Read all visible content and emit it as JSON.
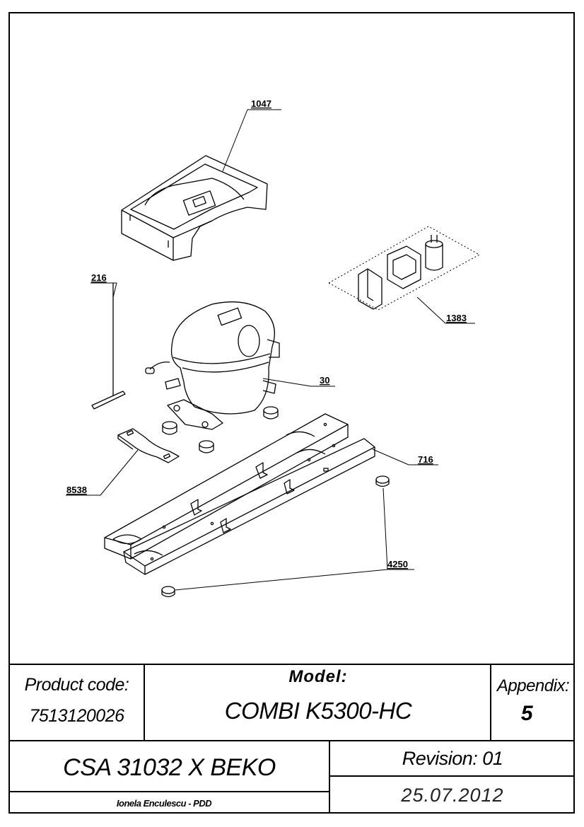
{
  "callouts": {
    "c1047": "1047",
    "c216": "216",
    "c1383": "1383",
    "c30": "30",
    "c716": "716",
    "c8538": "8538",
    "c4250": "4250"
  },
  "title_block": {
    "product_code_label": "Product code:",
    "product_code_value": "7513120026",
    "model_label": "Model:",
    "model_value": "COMBI K5300-HC",
    "appendix_label": "Appendix:",
    "appendix_value": "5",
    "series": "CSA 31032 X BEKO",
    "revision": "Revision: 01",
    "author": "Ionela Enculescu - PDD",
    "date": "25.07.2012"
  }
}
